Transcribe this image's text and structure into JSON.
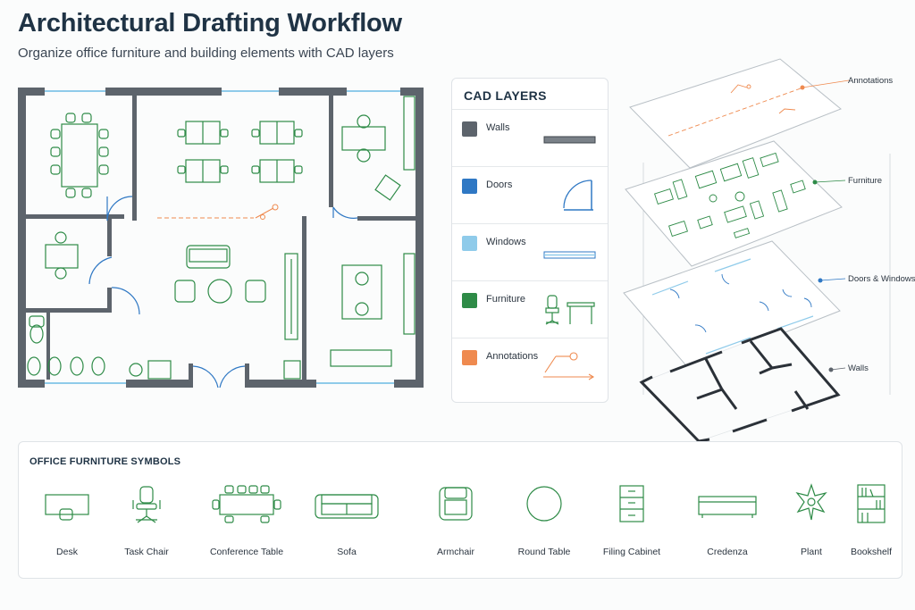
{
  "header": {
    "title": "Architectural Drafting Workflow",
    "subtitle": "Organize office furniture and building elements with CAD layers"
  },
  "colors": {
    "walls": "#5d646c",
    "doors": "#2f78c4",
    "windows": "#8fcbea",
    "furniture": "#2e8b47",
    "annotations": "#ef8a4f"
  },
  "cad_layers": {
    "title": "CAD LAYERS",
    "items": [
      {
        "label": "Walls",
        "color": "#5d646c",
        "icon": "wall-segment-icon"
      },
      {
        "label": "Doors",
        "color": "#2f78c4",
        "icon": "door-swing-icon"
      },
      {
        "label": "Windows",
        "color": "#8fcbea",
        "icon": "window-icon"
      },
      {
        "label": "Furniture",
        "color": "#2e8b47",
        "icon": "chair-table-icon"
      },
      {
        "label": "Annotations",
        "color": "#ef8a4f",
        "icon": "leader-arrow-icon"
      }
    ]
  },
  "stack_labels": {
    "annotations": "Annotations",
    "furniture": "Furniture",
    "doors_windows": "Doors & Windows",
    "walls": "Walls"
  },
  "symbols": {
    "title": "OFFICE FURNITURE SYMBOLS",
    "items": [
      {
        "label": "Desk",
        "icon": "desk-icon"
      },
      {
        "label": "Task Chair",
        "icon": "task-chair-icon"
      },
      {
        "label": "Conference Table",
        "icon": "conference-table-icon"
      },
      {
        "label": "Sofa",
        "icon": "sofa-icon"
      },
      {
        "label": "Armchair",
        "icon": "armchair-icon"
      },
      {
        "label": "Round Table",
        "icon": "round-table-icon"
      },
      {
        "label": "Filing Cabinet",
        "icon": "filing-cabinet-icon"
      },
      {
        "label": "Credenza",
        "icon": "credenza-icon"
      },
      {
        "label": "Plant",
        "icon": "plant-icon"
      },
      {
        "label": "Bookshelf",
        "icon": "bookshelf-icon"
      }
    ]
  }
}
